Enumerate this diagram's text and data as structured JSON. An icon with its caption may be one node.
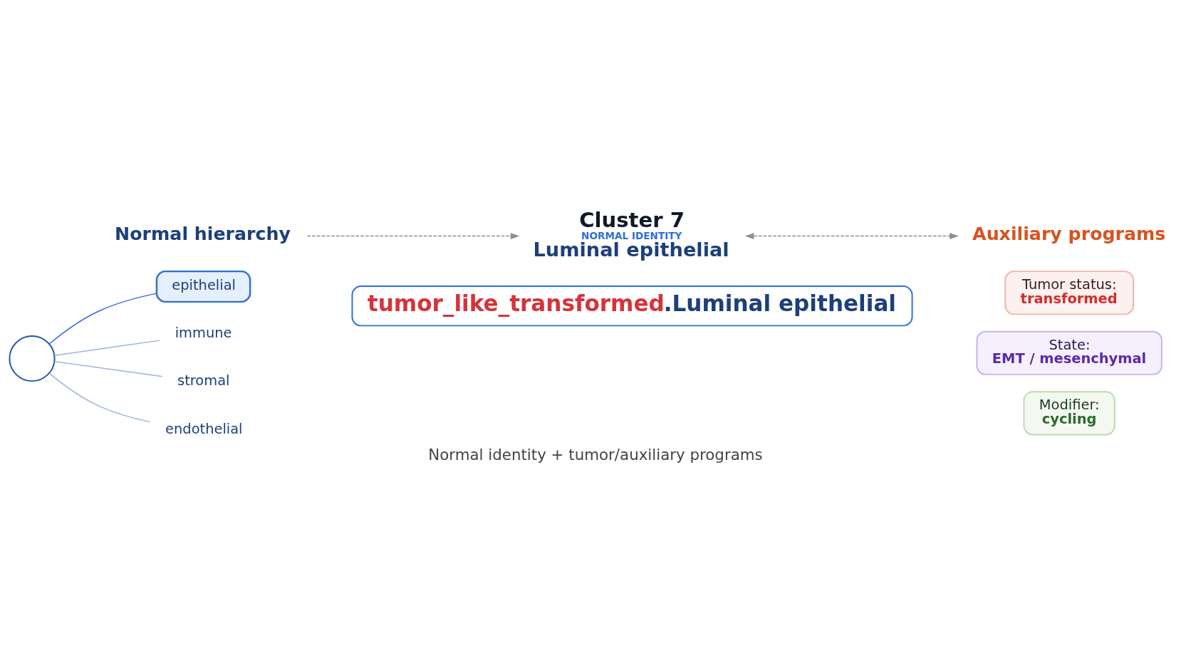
{
  "diagram": {
    "caption": "Normal identity + tumor/auxiliary programs",
    "nodes": [
      {
        "text": [
          "Normal hierarchy"
        ]
      },
      {
        "text": [],
        "shape": "circle"
      },
      {
        "text": [
          "epithelial"
        ]
      },
      {
        "text": [
          "immune"
        ]
      },
      {
        "text": [
          "stromal"
        ]
      },
      {
        "text": [
          "endothelial"
        ]
      },
      {
        "text": [
          "Cluster 7",
          "NORMAL IDENTITY",
          "Luminal epithelial"
        ]
      },
      {
        "text": [
          "Auxiliary programs"
        ]
      },
      {
        "text": [
          "Tumor status:",
          "transformed"
        ]
      },
      {
        "text": [
          "State:",
          "EMT / mesenchymal"
        ]
      },
      {
        "text": [
          "Modifier:",
          "cycling"
        ]
      },
      {
        "text": [
          "tumor_like_transformed",
          ".Luminal epithelial"
        ]
      }
    ],
    "edges": [
      {
        "from": 1,
        "to": 2,
        "arrow": "none",
        "color": "#2f6fd6"
      },
      {
        "from": 1,
        "to": 3,
        "arrow": "none"
      },
      {
        "from": 1,
        "to": 4,
        "arrow": "none"
      },
      {
        "from": 1,
        "to": 5,
        "arrow": "none"
      },
      {
        "from": 0,
        "to": 6,
        "arrow": "to",
        "style": "dashed",
        "color": "#8a8f99"
      },
      {
        "from": 6,
        "to": 7,
        "arrow": "both",
        "style": "dashed",
        "color": "#8a8f99"
      }
    ]
  }
}
